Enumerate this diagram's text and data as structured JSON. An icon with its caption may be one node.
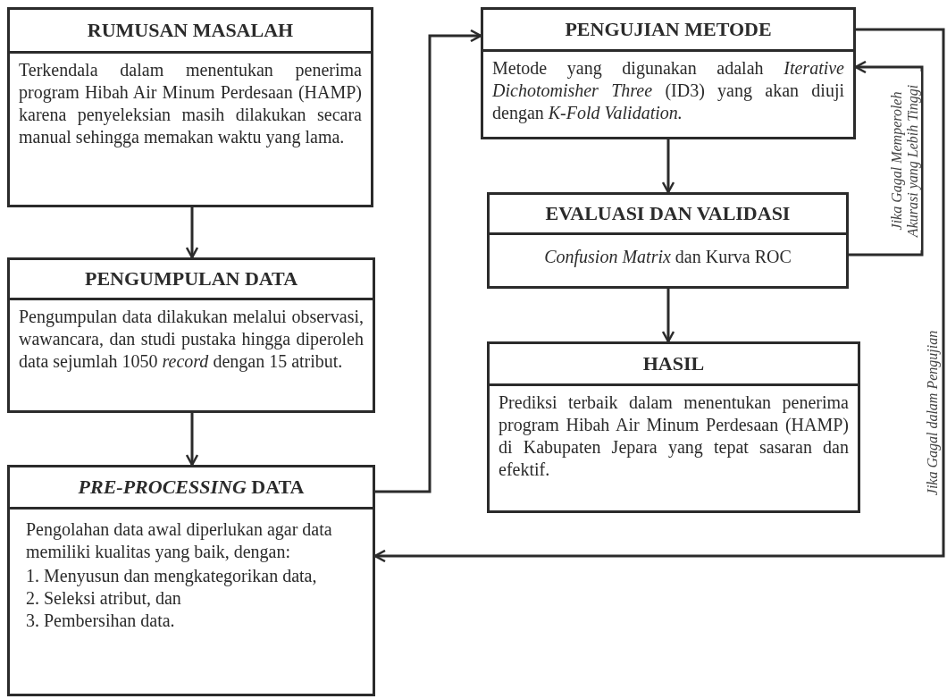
{
  "diagram": {
    "nodes": [
      {
        "text": [
          "RUMUSAN MASALAH",
          "Terkendala dalam menentukan penerima program Hibah Air Minum Perdesaan (HAMP) karena penyeleksian masih dilakukan secara manual sehingga memakan waktu yang lama."
        ]
      },
      {
        "text": [
          "PENGUMPULAN DATA",
          "Pengumpulan data dilakukan melalui observasi, wawancara, dan studi pustaka hingga diperoleh data sejumlah 1050 *record* dengan 15 atribut."
        ]
      },
      {
        "text": [
          "*PRE-PROCESSING* DATA",
          "Pengolahan data awal diperlukan agar data memiliki kualitas yang baik, dengan:",
          "1. Menyusun dan mengkategorikan data,",
          "2. Seleksi atribut, dan",
          "3. Pembersihan data."
        ]
      },
      {
        "text": [
          "PENGUJIAN METODE",
          "Metode yang digunakan adalah *Iterative Dichotomisher Three* (ID3) yang akan diuji dengan *K-Fold Validation.*"
        ]
      },
      {
        "text": [
          "EVALUASI DAN VALIDASI",
          "*Confusion Matrix* dan Kurva ROC"
        ]
      },
      {
        "text": [
          "HASIL",
          "Prediksi terbaik dalam menentukan penerima program Hibah Air Minum Perdesaan (HAMP) di Kabupaten Jepara yang tepat sasaran dan efektif."
        ]
      }
    ],
    "edges": [
      {
        "from": 0,
        "to": 1,
        "arrow": "to"
      },
      {
        "from": 1,
        "to": 2,
        "arrow": "to"
      },
      {
        "from": 2,
        "to": 3,
        "arrow": "to"
      },
      {
        "from": 3,
        "to": 4,
        "arrow": "to"
      },
      {
        "from": 4,
        "to": 5,
        "arrow": "to"
      },
      {
        "from": 4,
        "to": 3,
        "arrow": "to",
        "label": "Jika Gagal Memperoleh Akurasi yang Lebih Tinggi"
      },
      {
        "from": 3,
        "to": 2,
        "arrow": "to",
        "label": "Jika Gagal dalam Pengujian"
      }
    ]
  }
}
